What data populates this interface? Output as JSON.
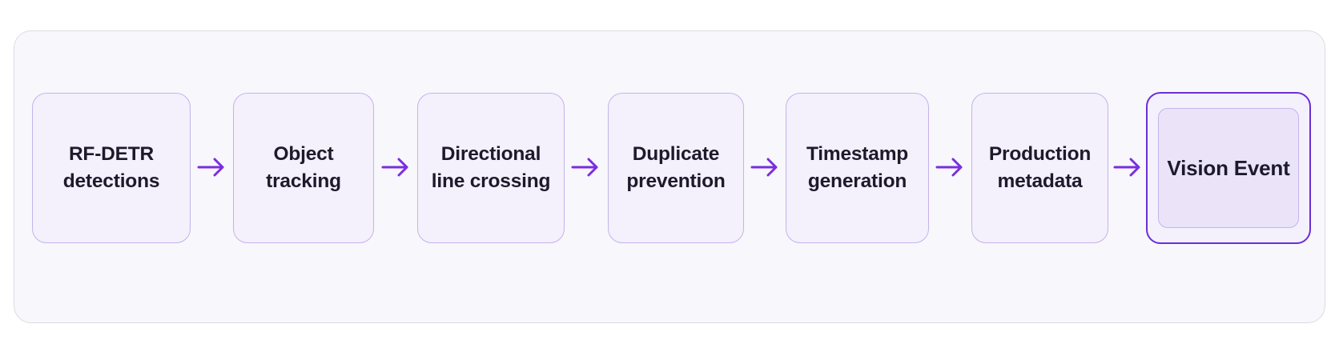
{
  "pipeline": {
    "steps": [
      {
        "lines": [
          "RF-DETR",
          "detections"
        ]
      },
      {
        "lines": [
          "Object",
          "tracking"
        ]
      },
      {
        "lines": [
          "Directional",
          "line crossing"
        ]
      },
      {
        "lines": [
          "Duplicate",
          "prevention"
        ]
      },
      {
        "lines": [
          "Timestamp",
          "generation"
        ]
      },
      {
        "lines": [
          "Production",
          "metadata"
        ]
      }
    ],
    "output": {
      "label": "Vision Event"
    }
  },
  "colors": {
    "arrow": "#7a2ee0",
    "box_border": "#c3b4ec",
    "box_fill": "#f4f0fc",
    "output_border": "#6a2fd6",
    "text": "#1d1a2b"
  },
  "icons": {
    "connector": "arrow-right-icon"
  }
}
